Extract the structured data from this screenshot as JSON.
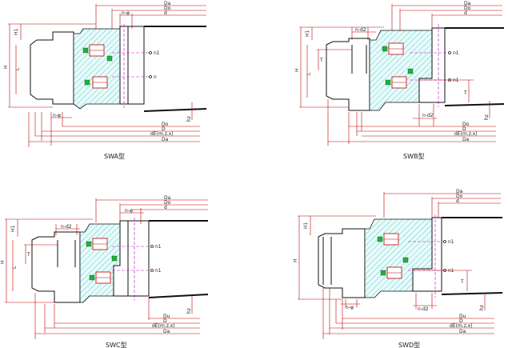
{
  "panels": [
    {
      "id": "swa",
      "caption": "SWA型",
      "top_labels": [
        "Da",
        "Do",
        "d"
      ],
      "bottom_labels": [
        "Do",
        "D",
        "dE(m.z.x)",
        "Da"
      ],
      "left_labels": [
        "H1",
        "H",
        "L"
      ],
      "right_labels": [
        "n1",
        "n"
      ],
      "hole_label": "n-φ",
      "right_dim": "hz"
    },
    {
      "id": "swb",
      "caption": "SWB型",
      "top_labels": [
        "Da",
        "Do",
        "d"
      ],
      "bottom_labels": [
        "Do",
        "D",
        "dE(m.z.x)",
        "Da"
      ],
      "left_labels": [
        "H1",
        "H",
        "T",
        "L"
      ],
      "right_labels": [
        "n1",
        "n1"
      ],
      "hole_label_top": "n-d2",
      "hole_label_bottom": "n-d2",
      "extra_label": "T",
      "right_dim": "hz"
    },
    {
      "id": "swc",
      "caption": "SWC型",
      "top_labels": [
        "Da",
        "Do",
        "d"
      ],
      "bottom_labels": [
        "Du",
        "D",
        "dE(m.z.x)",
        "Da"
      ],
      "left_labels": [
        "H1",
        "H",
        "T",
        "L"
      ],
      "right_labels": [
        "n1",
        "n1"
      ],
      "hole_label_top": "n-φ",
      "hole_label_left": "n-d2",
      "right_dim": "hz"
    },
    {
      "id": "swd",
      "caption": "SWD型",
      "top_labels": [
        "Da",
        "Do",
        "d"
      ],
      "bottom_labels": [
        "Du",
        "D",
        "dE(m.z.x)",
        "Da"
      ],
      "left_labels": [
        "H1",
        "H"
      ],
      "right_labels": [
        "n1",
        "n1"
      ],
      "hole_label_bottom_left": "n-φ",
      "hole_label_bottom_right": "n-d2",
      "extra_label": "T",
      "right_dim": "hz"
    }
  ]
}
